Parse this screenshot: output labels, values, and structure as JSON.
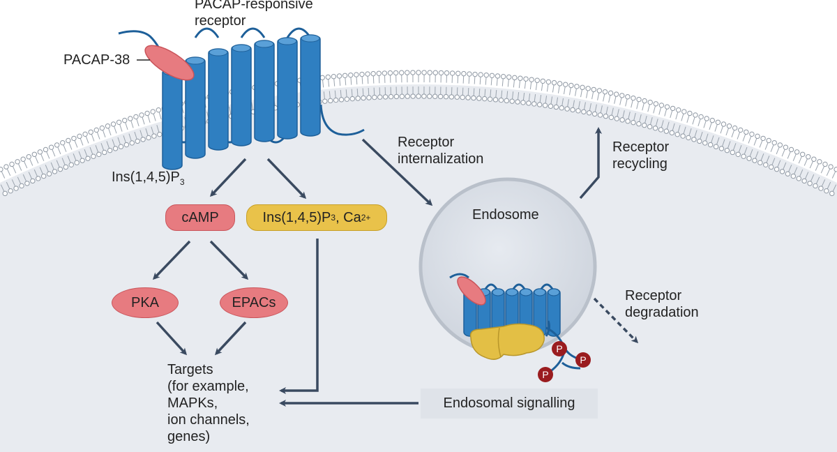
{
  "labels": {
    "receptor_title": [
      "PACAP-responsive",
      "receptor"
    ],
    "pacap38": "PACAP-38",
    "ins_left_base": "Ins(1,4,5)P",
    "ins_left_sub": "3",
    "camp": "cAMP",
    "ins_ca_base": "Ins(1,4,5)P",
    "ins_ca_sub": "3",
    "ins_ca_mid": ", Ca",
    "ins_ca_sup": "2+",
    "pka": "PKA",
    "epacs": "EPACs",
    "targets": [
      "Targets",
      "(for example,",
      "MAPKs,",
      "ion channels,",
      "genes)"
    ],
    "receptor_internalization": [
      "Receptor",
      "internalization"
    ],
    "receptor_recycling": [
      "Receptor",
      "recycling"
    ],
    "endosome": "Endosome",
    "receptor_degradation": [
      "Receptor",
      "degradation"
    ],
    "endosomal_signalling": "Endosomal signalling",
    "phospho": "P"
  },
  "colors": {
    "receptor_blue": "#2f7fc1",
    "receptor_dark": "#1d5f99",
    "ligand_pink": "#e77b80",
    "second_messenger_yellow": "#e9c24a",
    "arrestin_yellow": "#e3bf45",
    "phospho_red": "#9a1c1f",
    "arrow": "#3a4a60",
    "cytoplasm": "#e8ebf0",
    "endosome_fill": "#dde2ea"
  },
  "icons": [
    "receptor-7tm-icon",
    "ligand-icon",
    "arrestin-icon",
    "phosphate-icon",
    "membrane-icon"
  ]
}
